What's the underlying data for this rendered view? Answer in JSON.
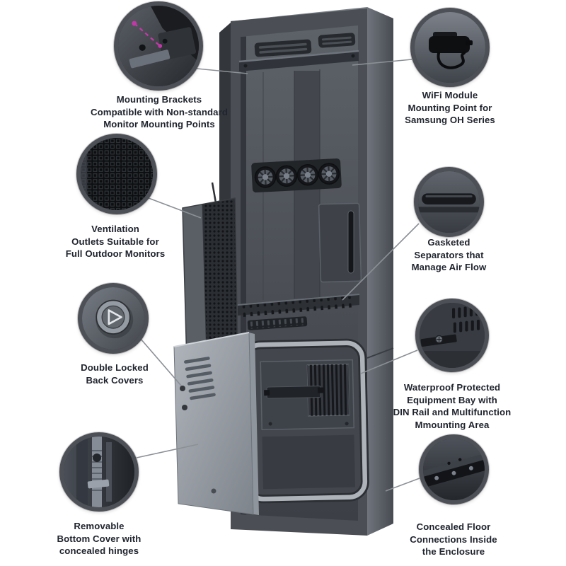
{
  "callouts": {
    "left": [
      {
        "id": "mounting-brackets",
        "label": "Mounting Brackets\nCompatible with Non-standard\nMonitor Mounting Points"
      },
      {
        "id": "ventilation-outlets",
        "label": "Ventilation\nOutlets Suitable for\nFull Outdoor Monitors"
      },
      {
        "id": "double-locked",
        "label": "Double Locked\nBack Covers"
      },
      {
        "id": "removable-bottom",
        "label": "Removable\nBottom Cover with\nconcealed hinges"
      }
    ],
    "right": [
      {
        "id": "wifi-module",
        "label": "WiFi Module\nMounting Point for\nSamsung OH Series"
      },
      {
        "id": "gasketed-separators",
        "label": "Gasketed\nSeparators that\nManage Air Flow"
      },
      {
        "id": "waterproof-bay",
        "label": "Waterproof Protected\nEquipment Bay with\nDIN Rail and Multifunction\nMmounting Area"
      },
      {
        "id": "concealed-floor",
        "label": "Concealed Floor\nConnections Inside\nthe Enclosure"
      }
    ]
  },
  "colors": {
    "background": "#ffffff",
    "callout_ring": "#4d5157",
    "label_text": "#20242e",
    "connector_line": "#8b9096",
    "accent_dashed_arrow": "#c238a8",
    "enclosure_dark": "#4b4f55",
    "door_light": "#a6abb2",
    "gasket_light": "#aeb3ba"
  }
}
